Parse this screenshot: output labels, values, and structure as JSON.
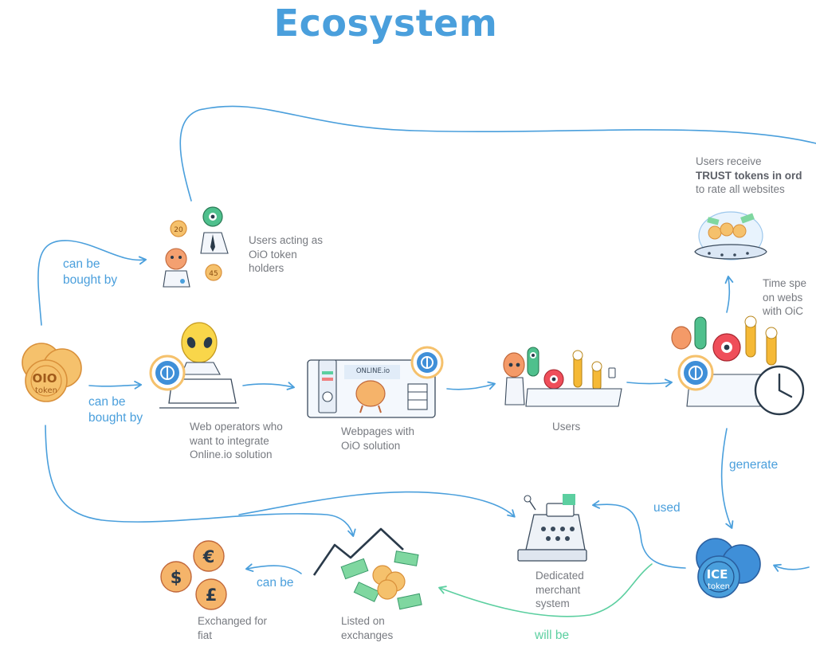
{
  "title": "Ecosystem",
  "nodes": {
    "holders": "Users acting as OiO token holders",
    "operators": "Web operators who want to integrate Online.io solution",
    "webpages": "Webpages with OiO solution",
    "users": "Users",
    "trust_line1": "Users receive",
    "trust_line2": "TRUST tokens in ord",
    "trust_line3": "to rate all websites",
    "time_line1": "Time spe",
    "time_line2": "on webs",
    "time_line3": "with OiC",
    "merchant": "Dedicated merchant system",
    "exchanges": "Listed on exchanges",
    "fiat": "Exchanged for fiat"
  },
  "edges": {
    "bought_by_top": "can be bought by",
    "bought_by_mid": "can be bought by",
    "generate": "generate",
    "used": "used",
    "can_be": "can be",
    "will_be": "will be"
  },
  "icons": {
    "oio_token_text": "OIO",
    "oio_token_sub": "token",
    "ice_token_text": "ICE",
    "ice_token_sub": "token",
    "laptop_brand": "ONLINE.io",
    "coin_20": "20",
    "coin_45": "45",
    "euro": "€",
    "dollar": "$",
    "pound": "£"
  },
  "colors": {
    "accent": "#4a9fdc",
    "arrow_green": "#5ccfa0",
    "coin_gold": "#f5c16c",
    "coin_dark": "#d9903a",
    "ice_blue": "#3f8fd8",
    "label_gray": "#777a80"
  }
}
